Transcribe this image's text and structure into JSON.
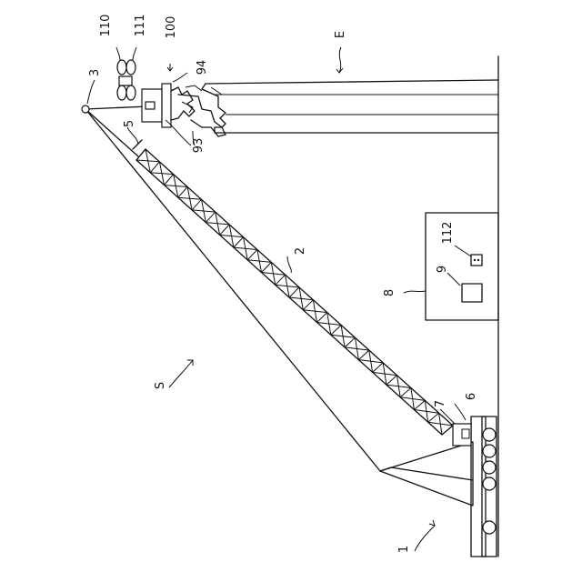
{
  "figure": {
    "reference_numerals": {
      "crane": "1",
      "boom": "2",
      "boom_tip": "3",
      "sheave_block": "5",
      "cab": "6",
      "cab_window": "7",
      "control_station": "8",
      "display_unit": "9",
      "hoist_block": "93",
      "gripper": "94",
      "lifting_assembly": "100",
      "drone": "110",
      "drone_rotor": "111",
      "remote_unit": "112",
      "structure": "E",
      "work_space": "S"
    }
  }
}
